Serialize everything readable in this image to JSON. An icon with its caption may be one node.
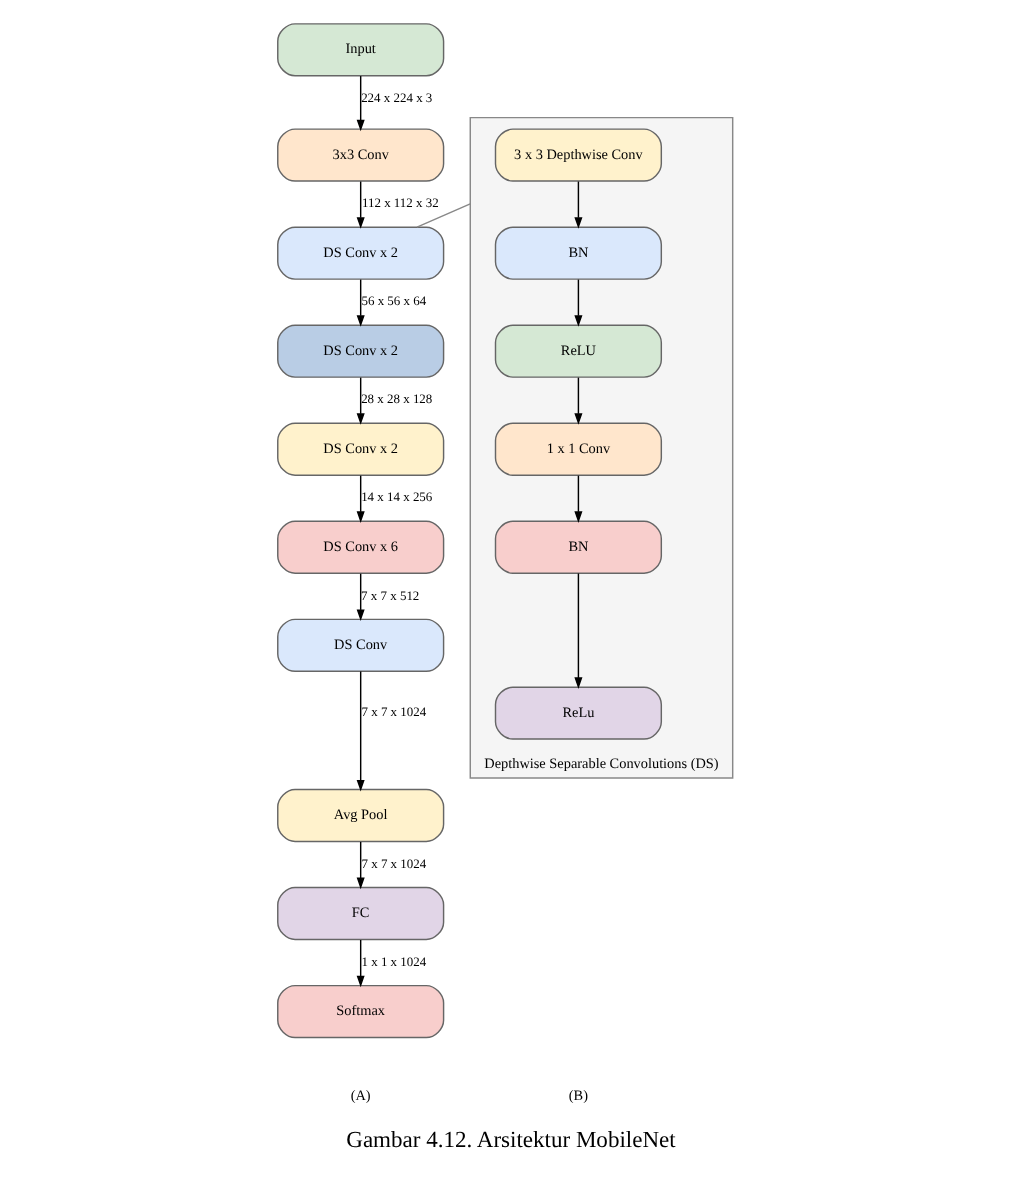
{
  "diagram": {
    "caption": "Gambar 4.12. Arsitektur MobileNet",
    "nodes": [
      {
        "text": [
          "Input"
        ]
      },
      {
        "text": [
          "3x3 Conv"
        ]
      },
      {
        "text": [
          "DS Conv x 2"
        ]
      },
      {
        "text": [
          "DS Conv x 2"
        ]
      },
      {
        "text": [
          "DS Conv x 2"
        ]
      },
      {
        "text": [
          "DS Conv x 6"
        ]
      },
      {
        "text": [
          "DS Conv"
        ]
      },
      {
        "text": [
          "Avg Pool"
        ]
      },
      {
        "text": [
          "FC"
        ]
      },
      {
        "text": [
          "Softmax"
        ]
      },
      {
        "text": [
          "Depthwise Separable Convolutions (DS)"
        ]
      },
      {
        "text": [
          "3 x 3 Depthwise Conv"
        ],
        "in": 10
      },
      {
        "text": [
          "BN"
        ],
        "in": 10
      },
      {
        "text": [
          "ReLU"
        ],
        "in": 10
      },
      {
        "text": [
          "1 x 1 Conv"
        ],
        "in": 10
      },
      {
        "text": [
          "BN"
        ],
        "in": 10
      },
      {
        "text": [
          "ReLu"
        ],
        "in": 10
      }
    ],
    "edges": [
      {
        "from": 0,
        "to": 1,
        "arrow": "to",
        "label": "224 x 224 x 3"
      },
      {
        "from": 1,
        "to": 2,
        "arrow": "to",
        "label": "112 x 112 x 32"
      },
      {
        "from": 2,
        "to": 3,
        "arrow": "to",
        "label": "56 x 56 x 64"
      },
      {
        "from": 3,
        "to": 4,
        "arrow": "to",
        "label": "28 x 28 x 128"
      },
      {
        "from": 4,
        "to": 5,
        "arrow": "to",
        "label": "14 x 14 x 256"
      },
      {
        "from": 5,
        "to": 6,
        "arrow": "to",
        "label": "7 x 7 x 512"
      },
      {
        "from": 6,
        "to": 7,
        "arrow": "to",
        "label": "7 x 7 x 1024"
      },
      {
        "from": 7,
        "to": 8,
        "arrow": "to",
        "label": "7 x 7 x 1024"
      },
      {
        "from": 8,
        "to": 9,
        "arrow": "to",
        "label": "1 x 1 x 1024"
      },
      {
        "from": 2,
        "to": 10,
        "arrow": "none",
        "color": "#888888"
      },
      {
        "from": 11,
        "to": 12,
        "arrow": "to"
      },
      {
        "from": 12,
        "to": 13,
        "arrow": "to"
      },
      {
        "from": 13,
        "to": 14,
        "arrow": "to"
      },
      {
        "from": 14,
        "to": 15,
        "arrow": "to"
      },
      {
        "from": 15,
        "to": 16,
        "arrow": "to"
      }
    ],
    "labels": [
      "(A)",
      "(B)"
    ]
  }
}
